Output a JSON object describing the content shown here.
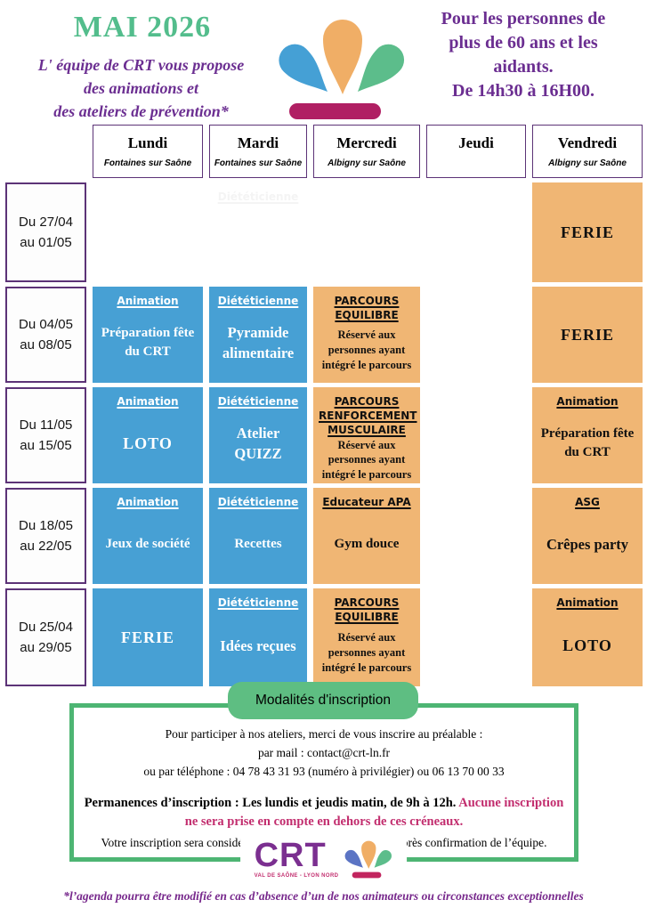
{
  "header": {
    "title": "MAI 2026",
    "intro_lines": [
      "L' équipe de CRT vous propose",
      "des animations et",
      "des ateliers de prévention*"
    ],
    "audience_lines": [
      "Pour les personnes de",
      "plus de 60 ans et les",
      "aidants.",
      "De 14h30 à 16H00."
    ]
  },
  "colors": {
    "title_green": "#53BD8C",
    "purple_text": "#6B2E91",
    "cell_blue": "#47A0D4",
    "cell_orange": "#F0B674",
    "border_purple": "#5C3377",
    "accent_magenta": "#C22D6E",
    "box_green": "#4DB573",
    "pill_green": "#5EBE82",
    "logo_purple": "#7B2F90",
    "logo_bar_magenta": "#B01F63"
  },
  "table": {
    "days": [
      {
        "name": "Lundi",
        "location": "Fontaines sur Saône"
      },
      {
        "name": "Mardi",
        "location": "Fontaines sur Saône"
      },
      {
        "name": "Mercredi",
        "location": "Albigny sur Saône"
      },
      {
        "name": "Jeudi",
        "location": ""
      },
      {
        "name": "Vendredi",
        "location": "Albigny sur Saône"
      }
    ],
    "rows": [
      {
        "date": "Du 27/04 au 01/05",
        "ghost_text": "Diététicienne",
        "vendredi": {
          "body": "FERIE"
        }
      },
      {
        "date": "Du 04/05 au 08/05",
        "lundi": {
          "role": "Animation",
          "body": "Préparation fête du CRT"
        },
        "mardi": {
          "role": "Diététicienne",
          "body": "Pyramide alimentaire"
        },
        "mercredi": {
          "role": "PARCOURS EQUILIBRE",
          "body": "Réservé aux personnes ayant intégré le parcours"
        },
        "vendredi": {
          "body": "FERIE"
        }
      },
      {
        "date": "Du 11/05 au 15/05",
        "lundi": {
          "role": "Animation",
          "body": "LOTO"
        },
        "mardi": {
          "role": "Diététicienne",
          "body": "Atelier QUIZZ"
        },
        "mercredi": {
          "role": "PARCOURS RENFORCEMENT MUSCULAIRE",
          "body": "Réservé aux personnes ayant intégré le parcours"
        },
        "vendredi": {
          "role": "Animation",
          "body": "Préparation fête du CRT"
        }
      },
      {
        "date": "Du 18/05 au 22/05",
        "lundi": {
          "role": "Animation",
          "body": "Jeux de société"
        },
        "mardi": {
          "role": "Diététicienne",
          "body": "Recettes"
        },
        "mercredi": {
          "role": "Educateur APA",
          "body": "Gym douce"
        },
        "vendredi": {
          "role": "ASG",
          "body": "Crêpes party"
        }
      },
      {
        "date": "Du 25/04 au 29/05",
        "lundi": {
          "body": "FERIE"
        },
        "mardi": {
          "role": "Diététicienne",
          "body": "Idées reçues"
        },
        "mercredi": {
          "role": "PARCOURS EQUILIBRE",
          "body": "Réservé aux personnes ayant intégré le parcours"
        },
        "vendredi": {
          "role": "Animation",
          "body": "LOTO"
        }
      }
    ]
  },
  "modalites": {
    "pill_title": "Modalités d'inscription",
    "line1": "Pour participer à nos ateliers, merci de vous inscrire au préalable :",
    "line2": "par mail : contact@crt-ln.fr",
    "line3": "ou par téléphone : 04 78 43 31 93 (numéro à privilégier) ou 06 13 70 00 33",
    "permanences_black": "Permanences d’inscription : Les lundis et jeudis matin, de 9h à 12h. ",
    "permanences_pink": "Aucune inscription ne sera prise en compte en dehors de ces créneaux.",
    "confirmation": "Votre inscription sera considérée comme validée uniquement après confirmation de l’équipe."
  },
  "logo": {
    "name": "CRT",
    "tagline": "VAL DE SAÔNE - LYON NORD"
  },
  "footnote": "*l’agenda pourra être modifié en cas d’absence d’un de nos animateurs ou circonstances exceptionnelles"
}
